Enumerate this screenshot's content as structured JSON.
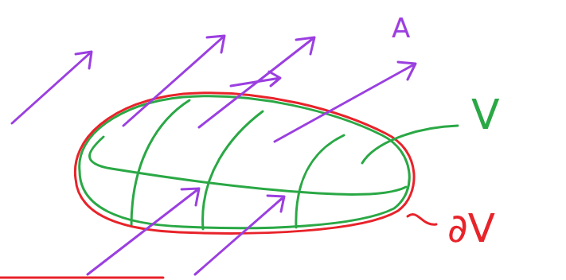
{
  "diagram": {
    "labels": [
      "A",
      "V",
      "∂V"
    ]
  }
}
